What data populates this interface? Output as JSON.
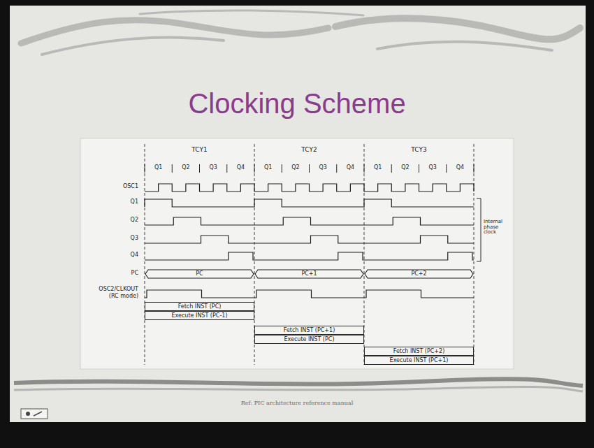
{
  "diagram": {
    "title": "Clocking Scheme",
    "caption": "Ref: PIC architecture reference manual",
    "nodes": [
      {
        "text": [
          "PC"
        ]
      },
      {
        "text": [
          "PC+1"
        ]
      },
      {
        "text": [
          "PC+2"
        ]
      },
      {
        "text": [
          "Fetch INST (PC)"
        ]
      },
      {
        "text": [
          "Execute INST (PC-1)"
        ]
      },
      {
        "text": [
          "Fetch INST (PC+1)"
        ]
      },
      {
        "text": [
          "Execute INST (PC)"
        ]
      },
      {
        "text": [
          "Fetch INST (PC+2)"
        ]
      },
      {
        "text": [
          "Execute INST (PC+1)"
        ]
      }
    ],
    "edges": [],
    "labels": [
      "TCY1",
      "TCY2",
      "TCY3",
      "Q1",
      "Q2",
      "Q3",
      "Q4",
      "Q1",
      "Q2",
      "Q3",
      "Q4",
      "Q1",
      "Q2",
      "Q3",
      "Q4",
      "OSC1",
      "Q1",
      "Q2",
      "Q3",
      "Q4",
      "PC",
      "OSC2/CLKOUT",
      "(RC mode)",
      "Internal phase clock"
    ]
  }
}
